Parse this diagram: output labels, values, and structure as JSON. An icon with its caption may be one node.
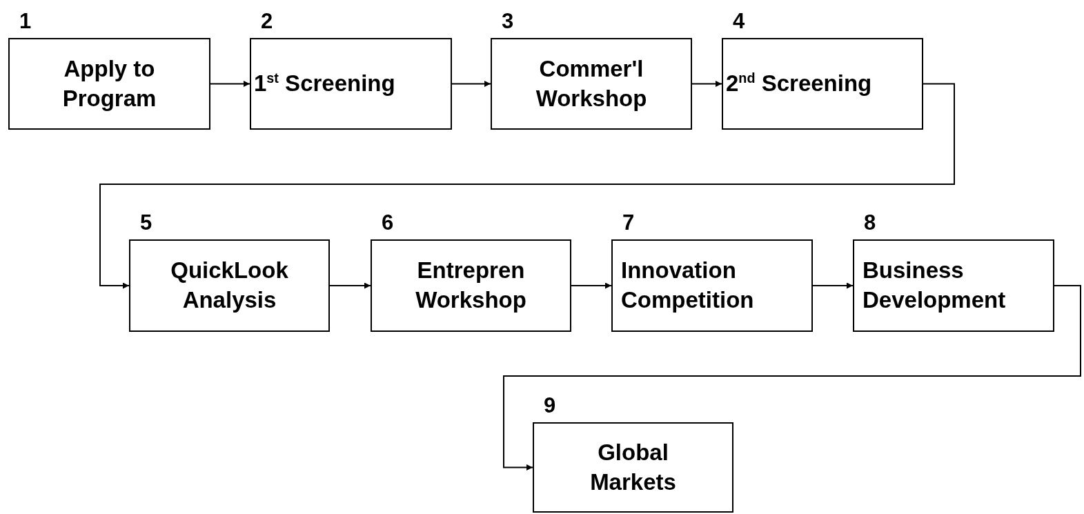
{
  "diagram": {
    "nodes": [
      {
        "text": [
          "1",
          "Apply to Program"
        ]
      },
      {
        "text": [
          "2",
          "1$^{st}$ Screening"
        ]
      },
      {
        "text": [
          "3",
          "Commer'l Workshop"
        ]
      },
      {
        "text": [
          "4",
          "2$^{nd}$ Screening"
        ]
      },
      {
        "text": [
          "5",
          "QuickLook Analysis"
        ]
      },
      {
        "text": [
          "6",
          "Entrepren Workshop"
        ]
      },
      {
        "text": [
          "7",
          "Innovation Competition"
        ]
      },
      {
        "text": [
          "8",
          "Business Development"
        ]
      },
      {
        "text": [
          "9",
          "Global Markets"
        ]
      }
    ],
    "edges": [
      {
        "from": 0,
        "to": 1,
        "arrow": "to"
      },
      {
        "from": 1,
        "to": 2,
        "arrow": "to"
      },
      {
        "from": 2,
        "to": 3,
        "arrow": "to"
      },
      {
        "from": 3,
        "to": 4,
        "arrow": "to"
      },
      {
        "from": 4,
        "to": 5,
        "arrow": "to"
      },
      {
        "from": 5,
        "to": 6,
        "arrow": "to"
      },
      {
        "from": 6,
        "to": 7,
        "arrow": "to"
      },
      {
        "from": 7,
        "to": 8,
        "arrow": "to"
      }
    ]
  }
}
